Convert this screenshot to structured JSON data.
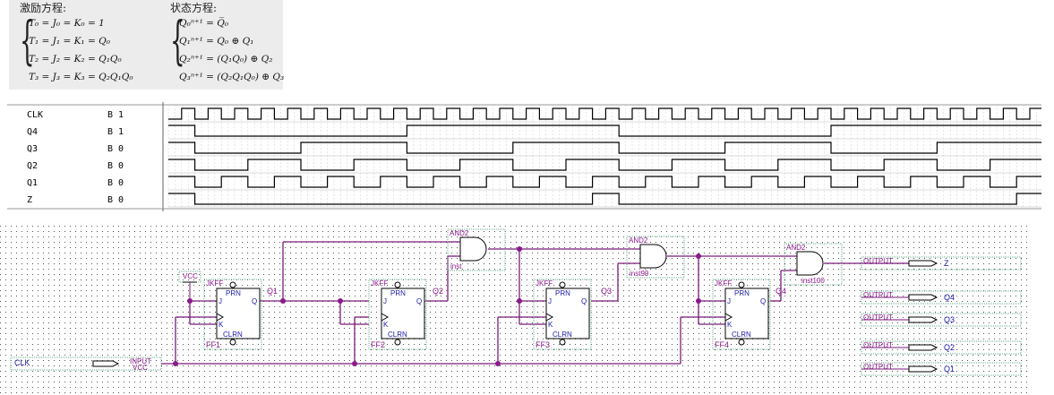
{
  "equations": {
    "excitation_title": "激励方程:",
    "state_title": "状态方程:",
    "excitation": [
      "T₀ = J₀ = K₀ = 1",
      "T₁ = J₁ = K₁ = Q₀",
      "T₂ = J₂ = K₂ = Q₁Q₀",
      "T₃ = J₃ = K₃ = Q₂Q₁Q₀"
    ],
    "state": [
      "Q₀ⁿ⁺¹ = Q̅₀",
      "Q₁ⁿ⁺¹ = Q₀ ⊕ Q₁",
      "Q₂ⁿ⁺¹ = (Q₁Q₀) ⊕ Q₂",
      "Q₃ⁿ⁺¹ = (Q₂Q₁Q₀) ⊕ Q₃"
    ]
  },
  "waveform": {
    "signals": [
      {
        "name": "CLK",
        "value": "B 1"
      },
      {
        "name": "Q4",
        "value": "B 1"
      },
      {
        "name": "Q3",
        "value": "B 0"
      },
      {
        "name": "Q2",
        "value": "B 0"
      },
      {
        "name": "Q1",
        "value": "B 0"
      },
      {
        "name": "Z",
        "value": "B 0"
      }
    ]
  },
  "schematic": {
    "clk_input_label": "CLK",
    "input_tag": "INPUT",
    "vcc_tag": "VCC",
    "vcc_label": "VCC",
    "jkff_label": "JKFF",
    "prn": "PRN",
    "clrn": "CLRN",
    "pin_j": "J",
    "pin_k": "K",
    "pin_q": "Q",
    "flipflops": [
      "FF1",
      "FF2",
      "FF3",
      "FF4"
    ],
    "q_nets": [
      "Q1",
      "Q2",
      "Q3",
      "Q4"
    ],
    "and_label": "AND2",
    "and_instances": [
      "inst",
      "inst99",
      "inst100"
    ],
    "output_tag": "OUTPUT",
    "outputs": [
      "Z",
      "Q4",
      "Q3",
      "Q2",
      "Q1"
    ]
  }
}
